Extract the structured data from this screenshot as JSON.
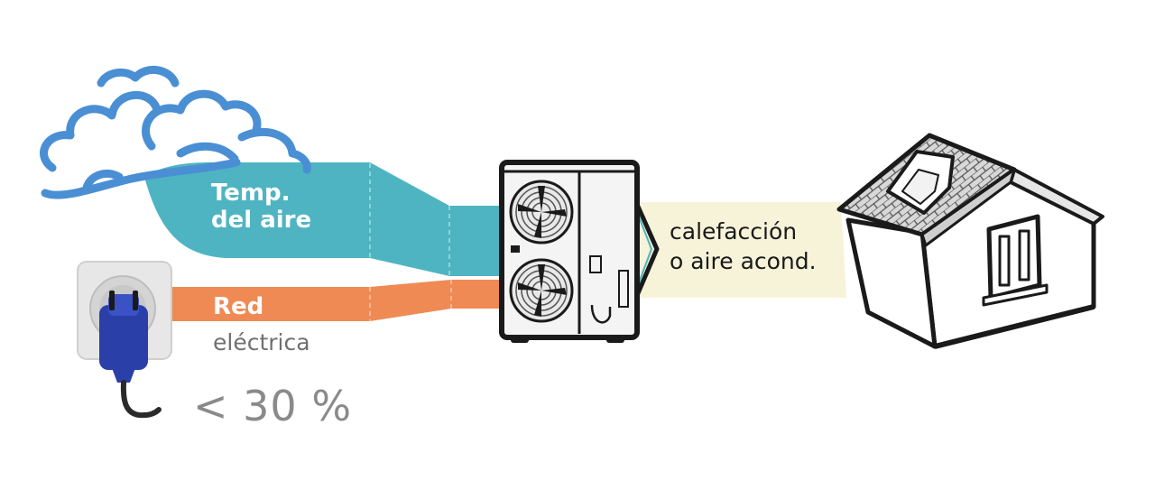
{
  "labels": {
    "air_temp_line1": "Temp.",
    "air_temp_line2": "del aire",
    "grid_line1": "Red",
    "grid_line2": "eléctrica",
    "grid_share": "< 30 %",
    "output_line1": "calefacción",
    "output_line2": "o aire acond."
  },
  "colors": {
    "air_band": "#4fb4c2",
    "grid_band": "#f08a54",
    "output_band": "#f6f3d9",
    "cloud_stroke": "#4a8fd4",
    "plug_blue": "#2b3fa8",
    "house_roof": "#d8d8d8",
    "outline": "#1a1a1a"
  },
  "icons": {
    "air_source": "cloud-icon",
    "grid_source": "power-plug-socket-icon",
    "converter": "heat-pump-outdoor-unit-icon",
    "destination": "house-icon"
  }
}
